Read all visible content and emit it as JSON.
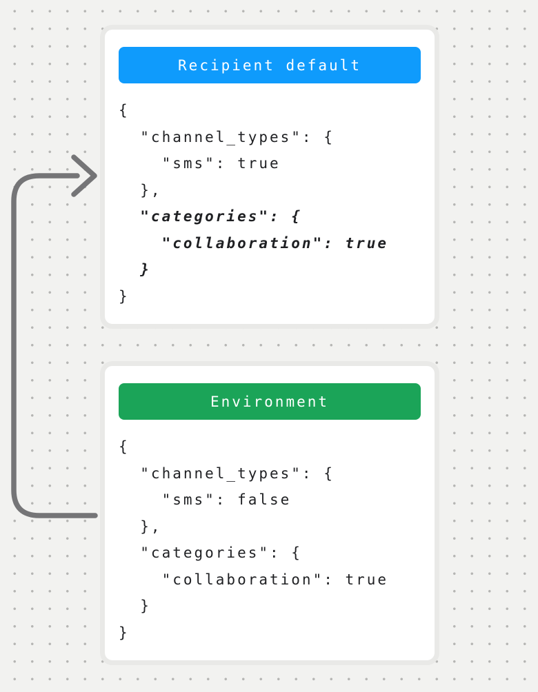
{
  "background": {
    "color": "#f2f2f0",
    "dot_color": "#b5b5b3"
  },
  "arrow": {
    "color": "#757577"
  },
  "cards": [
    {
      "title": "Recipient default",
      "header_color": "#0f9bfc",
      "code_lines": [
        {
          "text": "{",
          "em": false
        },
        {
          "text": "  \"channel_types\": {",
          "em": false
        },
        {
          "text": "    \"sms\": true",
          "em": false
        },
        {
          "text": "  },",
          "em": false
        },
        {
          "text": "  \"categories\": {",
          "em": true
        },
        {
          "text": "    \"collaboration\": true",
          "em": true
        },
        {
          "text": "  }",
          "em": true
        },
        {
          "text": "}",
          "em": false
        }
      ]
    },
    {
      "title": "Environment",
      "header_color": "#1ba458",
      "code_lines": [
        {
          "text": "{",
          "em": false
        },
        {
          "text": "  \"channel_types\": {",
          "em": false
        },
        {
          "text": "    \"sms\": false",
          "em": false
        },
        {
          "text": "  },",
          "em": false
        },
        {
          "text": "  \"categories\": {",
          "em": false
        },
        {
          "text": "    \"collaboration\": true",
          "em": false
        },
        {
          "text": "  }",
          "em": false
        },
        {
          "text": "}",
          "em": false
        }
      ]
    }
  ]
}
